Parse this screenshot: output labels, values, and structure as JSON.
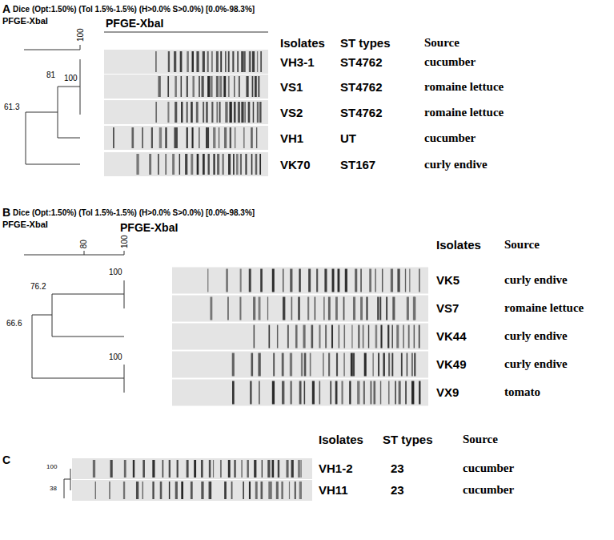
{
  "diagram": {
    "labels": [
      "A",
      "Dice (Opt:1.50%) (Tol 1.5%-1.5%) (H>0.0% S>0.0%) [0.0%-98.3%]",
      "PFGE-XbaI",
      "PFGE-XbaI",
      "100",
      "Isolates",
      "ST types",
      "Source",
      "VH3-1",
      "ST4762",
      "cucumber",
      "VS1",
      "ST4762",
      "romaine lettuce",
      "VS2",
      "ST4762",
      "romaine lettuce",
      "VH1",
      "UT",
      "cucumber",
      "VK70",
      "ST167",
      "curly endive",
      "100",
      "81",
      "61.3",
      "B",
      "Dice (Opt:1.50%) (Tol 1.5%-1.5%) (H>0.0% S>0.0%) [0.0%-98.3%]",
      "PFGE-XbaI",
      "PFGE-XbaI",
      "80",
      "100",
      "Isolates",
      "Source",
      "VK5",
      "curly endive",
      "VS7",
      "romaine lettuce",
      "VK44",
      "curly endive",
      "VK49",
      "curly endive",
      "VX9",
      "tomato",
      "100",
      "76.2",
      "66.6",
      "100",
      "C",
      "Isolates",
      "ST types",
      "Source",
      "VH1-2",
      "23",
      "cucumber",
      "VH11",
      "23",
      "cucumber",
      "100",
      "38"
    ]
  }
}
